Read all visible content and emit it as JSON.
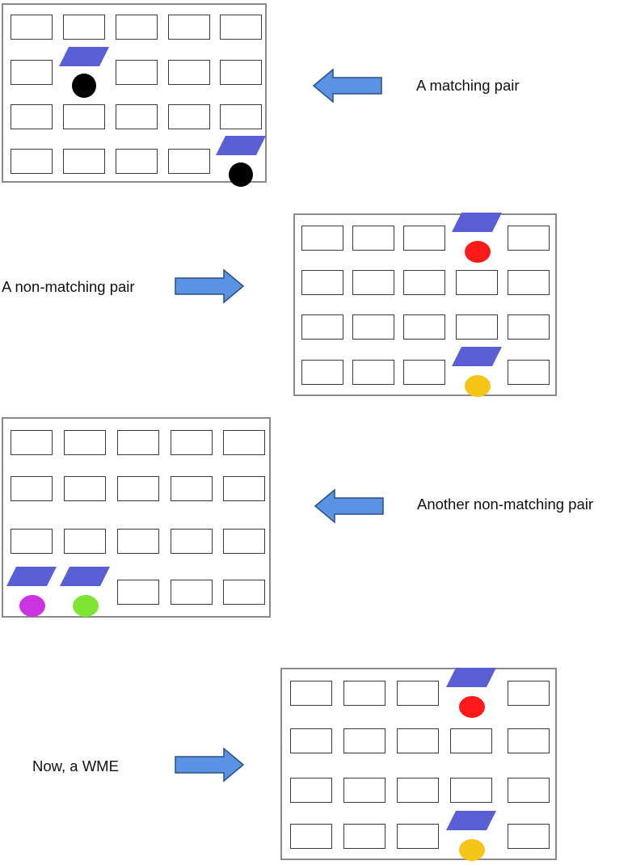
{
  "colors": {
    "card_back": "#5b5fd6",
    "arrow_fill": "#5b93e4",
    "arrow_stroke": "#2b4f86",
    "black": "#000000",
    "red": "#ff1a1a",
    "yellow": "#f5c518",
    "magenta": "#cc33e0",
    "green": "#7ee632"
  },
  "panels": [
    {
      "caption": "A matching pair",
      "arrow_direction": "left",
      "grid": {
        "rows": 4,
        "columns": 5
      },
      "flipped": [
        {
          "row": 2,
          "col": 2,
          "color": "black"
        },
        {
          "row": 4,
          "col": 5,
          "color": "black"
        }
      ]
    },
    {
      "caption": "A non-matching pair",
      "arrow_direction": "right",
      "grid": {
        "rows": 4,
        "columns": 5
      },
      "flipped": [
        {
          "row": 1,
          "col": 4,
          "color": "red"
        },
        {
          "row": 4,
          "col": 4,
          "color": "yellow"
        }
      ]
    },
    {
      "caption": "Another non-matching pair",
      "arrow_direction": "left",
      "grid": {
        "rows": 4,
        "columns": 5
      },
      "flipped": [
        {
          "row": 4,
          "col": 1,
          "color": "magenta"
        },
        {
          "row": 4,
          "col": 2,
          "color": "green"
        }
      ]
    },
    {
      "caption": "Now, a WME",
      "arrow_direction": "right",
      "grid": {
        "rows": 4,
        "columns": 5
      },
      "flipped": [
        {
          "row": 1,
          "col": 4,
          "color": "red"
        },
        {
          "row": 4,
          "col": 4,
          "color": "yellow"
        }
      ]
    }
  ]
}
